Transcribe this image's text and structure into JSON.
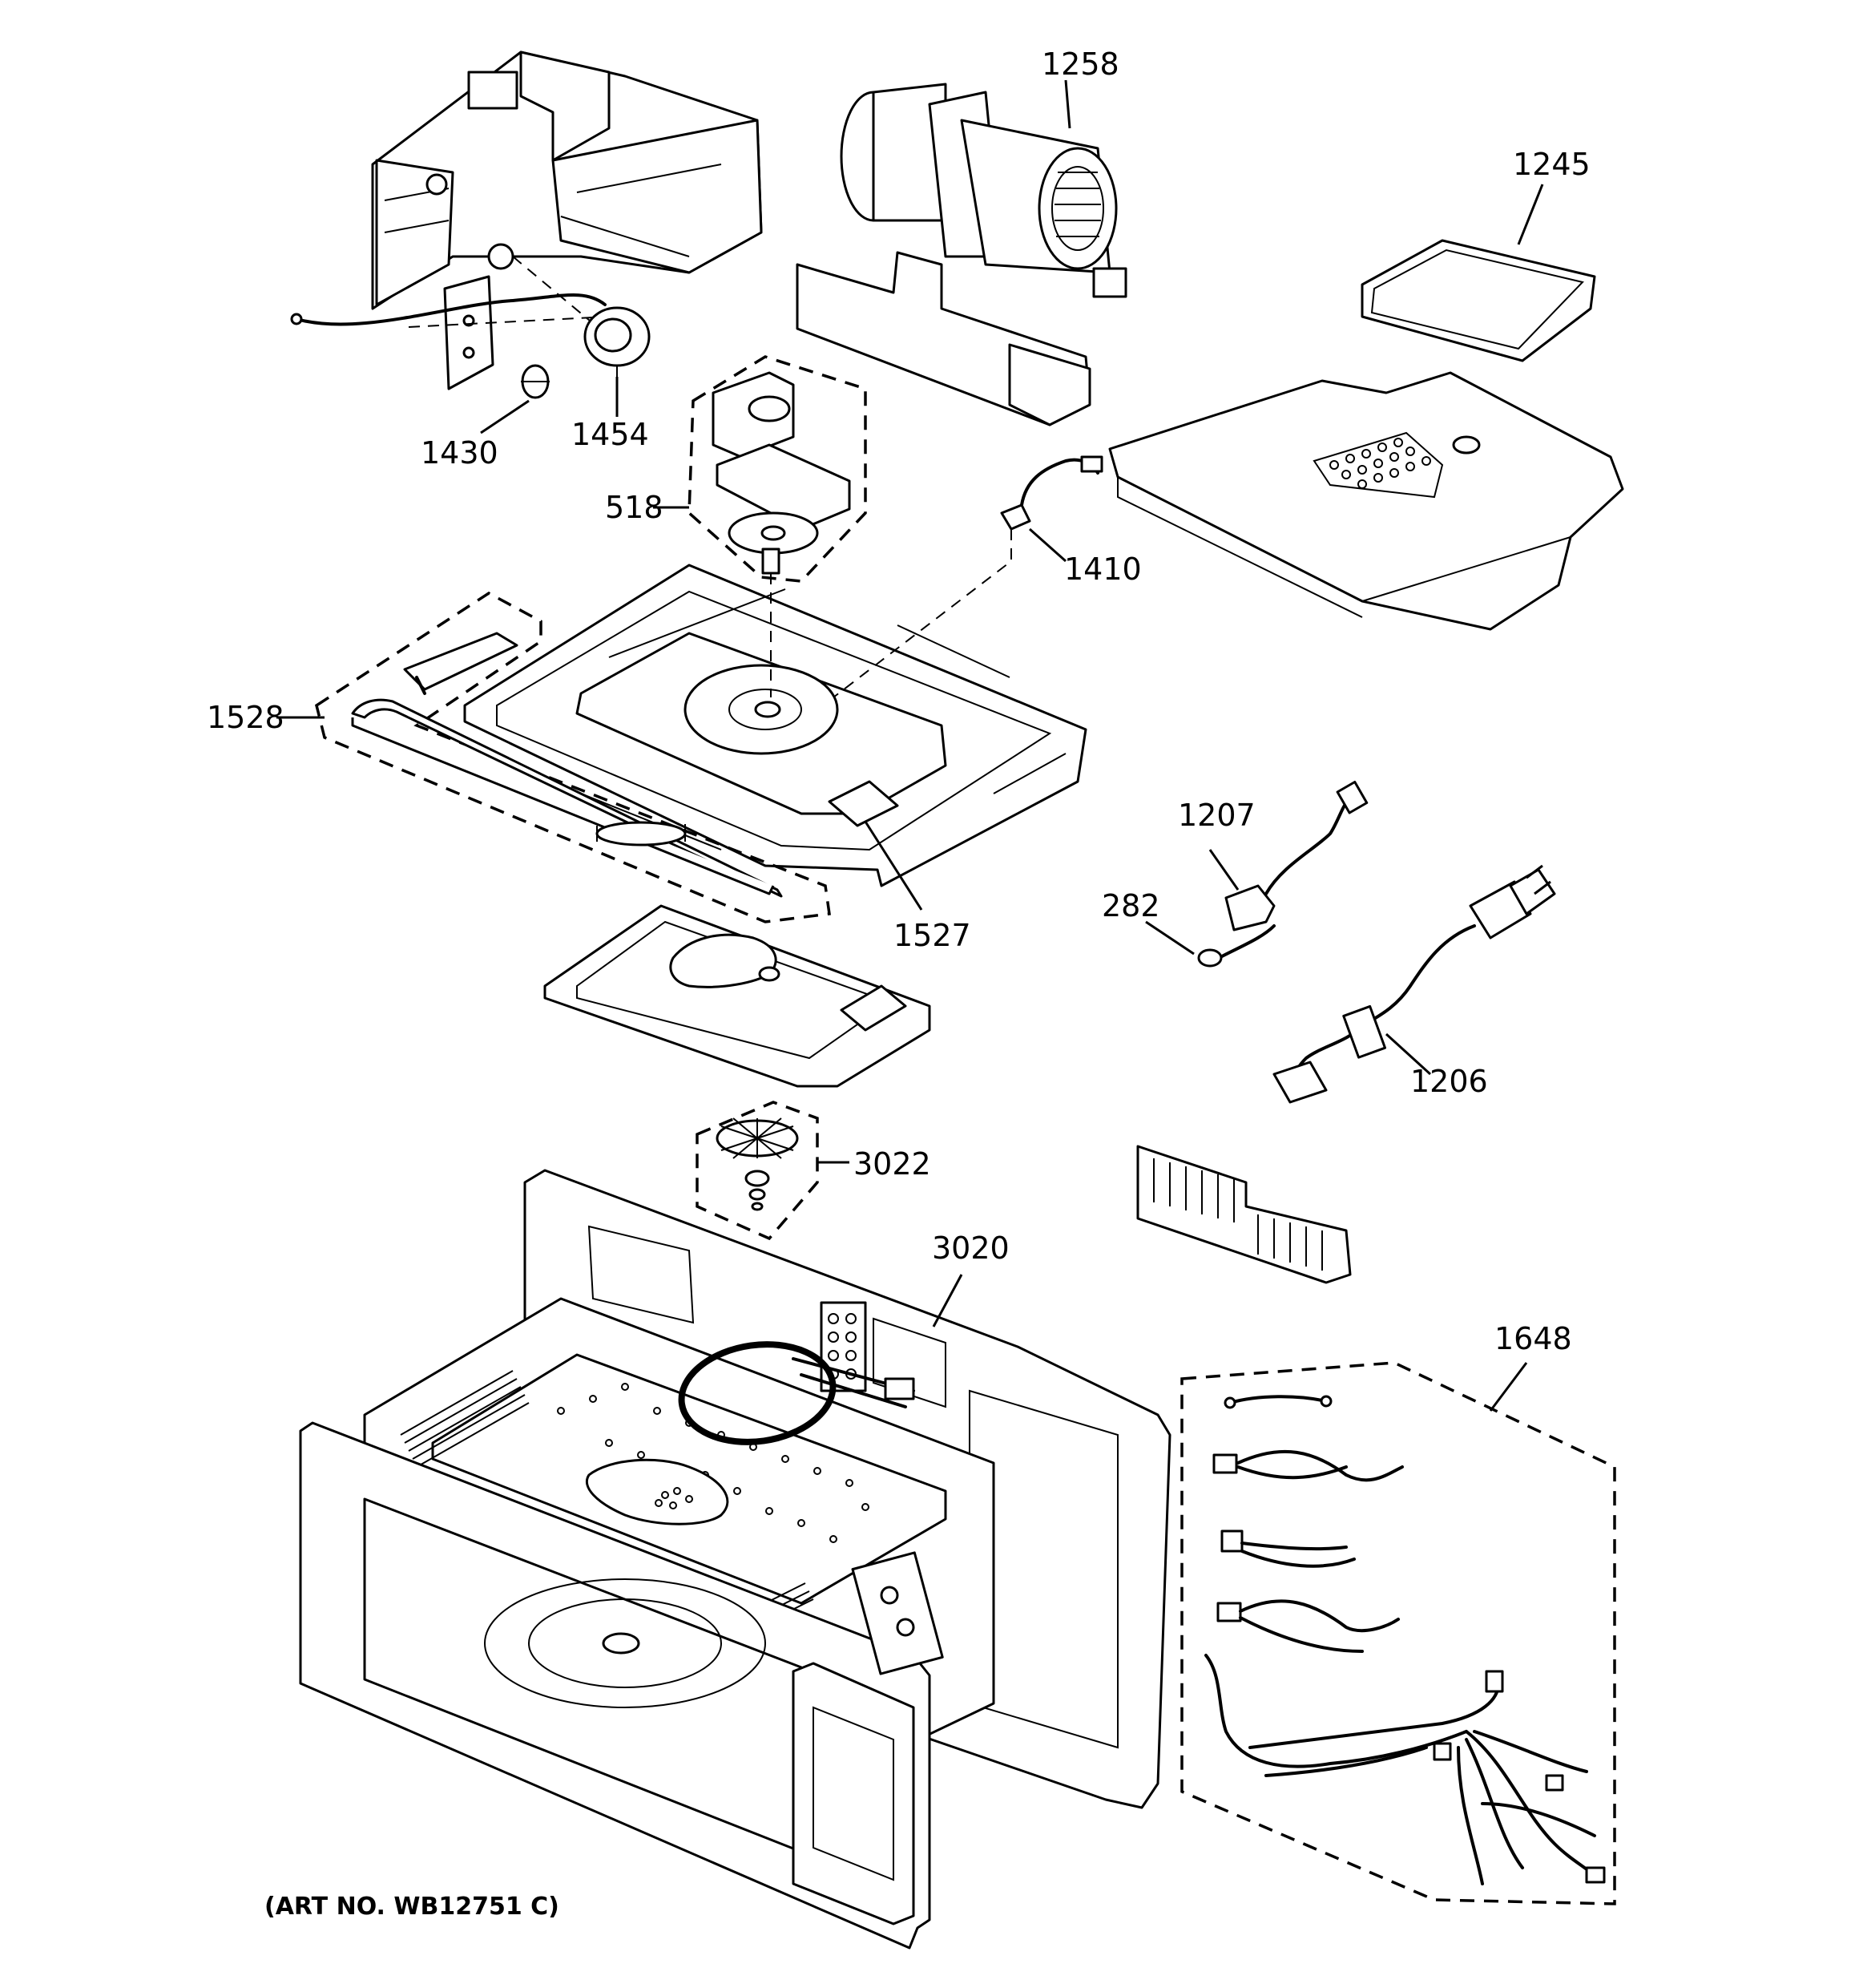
{
  "callouts": {
    "c1258": "1258",
    "c1245": "1245",
    "c1430": "1430",
    "c1454": "1454",
    "c518": "518",
    "c1410": "1410",
    "c1528": "1528",
    "c1527": "1527",
    "c1207": "1207",
    "c282": "282",
    "c1206": "1206",
    "c3022": "3022",
    "c3020": "3020",
    "c1648": "1648"
  },
  "art_number": "(ART NO. WB12751 C)"
}
